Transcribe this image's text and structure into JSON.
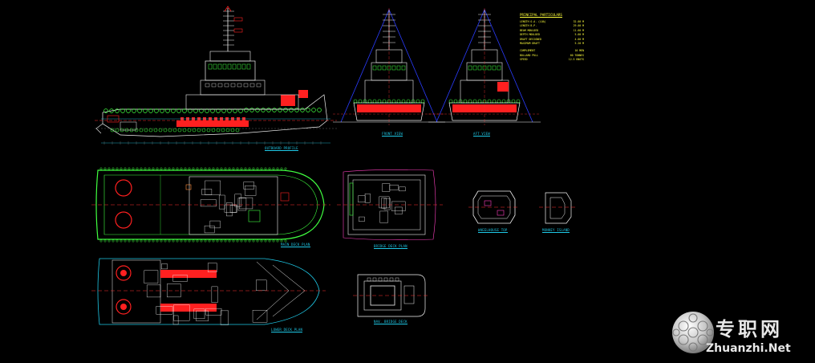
{
  "drawing": {
    "background": "#000000",
    "colors": {
      "hull_green": "#40ff40",
      "deck_white": "#f2f2f2",
      "equipment_red": "#ff2020",
      "centerline_red": "#ff3030",
      "label_cyan": "#1ec8e6",
      "spec_yellow": "#ffff3c",
      "outline_blue": "#2a3cff",
      "hull_magenta": "#ff40c0",
      "grid_gray": "#777777"
    },
    "views": {
      "profile": {
        "label": "OUTBOARD PROFILE"
      },
      "front": {
        "label": "FRONT VIEW"
      },
      "aft": {
        "label": "AFT VIEW"
      },
      "main_deck": {
        "label": "MAIN DECK PLAN"
      },
      "lower_deck": {
        "label": "LOWER DECK PLAN"
      },
      "bridge_deck": {
        "label": "BRIDGE DECK PLAN"
      },
      "nav_bridge": {
        "label": "NAV. BRIDGE DECK"
      },
      "wheelhouse_top": {
        "label": "WHEELHOUSE TOP"
      },
      "monkey_island": {
        "label": "MONKEY ISLAND"
      }
    },
    "particulars": {
      "title": "PRINCIPAL PARTICULARS",
      "rows": [
        {
          "k": "LENGTH O.A. (LOA)",
          "v": "32.00 M"
        },
        {
          "k": "LENGTH B.P.",
          "v": "29.00 M"
        },
        {
          "k": "BEAM MOULDED",
          "v": "11.60 M"
        },
        {
          "k": "DEPTH MOULDED",
          "v": "5.00 M"
        },
        {
          "k": "DRAFT DESIGNED",
          "v": "4.00 M"
        },
        {
          "k": "MAXIMUM DRAFT",
          "v": "5.20 M"
        }
      ],
      "rows2": [
        {
          "k": "COMPLEMENT",
          "v": "10 MEN"
        },
        {
          "k": "BOLLARD PULL",
          "v": "60 TONNES"
        },
        {
          "k": "SPEED",
          "v": "12.5 KNOTS"
        }
      ]
    }
  },
  "watermark": {
    "text_cn": "专职网",
    "url": "Zhuanzhi.Net",
    "icon": "globe-icon"
  }
}
